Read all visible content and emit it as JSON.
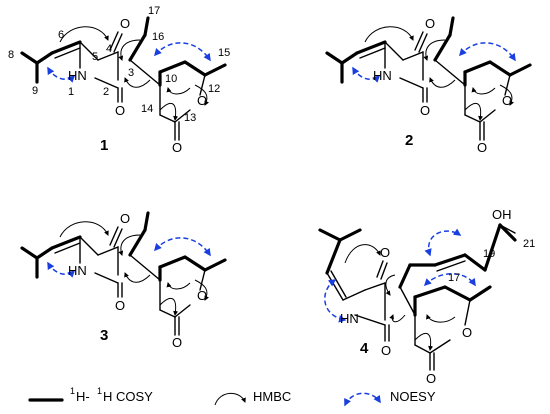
{
  "compounds": [
    {
      "label": "1",
      "atoms": {
        "nh": "HN",
        "o_ring": "O",
        "o4": "O",
        "o2": "O",
        "o13": "O"
      },
      "numbers": [
        "8",
        "6",
        "5",
        "4",
        "17",
        "16",
        "15",
        "3",
        "10",
        "12",
        "9",
        "1",
        "2",
        "14",
        "13"
      ]
    },
    {
      "label": "2",
      "atoms": {
        "nh": "HN",
        "o_ring": "O",
        "o4": "O",
        "o2": "O",
        "o13": "O"
      }
    },
    {
      "label": "3",
      "atoms": {
        "nh": "HN",
        "o_ring": "O",
        "o4": "O",
        "o2": "O",
        "o13": "O"
      }
    },
    {
      "label": "4",
      "atoms": {
        "nh": "HN",
        "o_ring": "O",
        "o4": "O",
        "o2": "O",
        "o13": "O",
        "oh": "OH"
      },
      "numbers": [
        "19",
        "17",
        "21"
      ]
    }
  ],
  "legend": {
    "cosy_sup": "1",
    "cosy_mid": "H-",
    "cosy_sup2": "1",
    "cosy_end": "H COSY",
    "hmbc": "HMBC",
    "noesy": "NOESY"
  },
  "colors": {
    "noesy": "#1a3fe0",
    "bonds": "#000000"
  }
}
